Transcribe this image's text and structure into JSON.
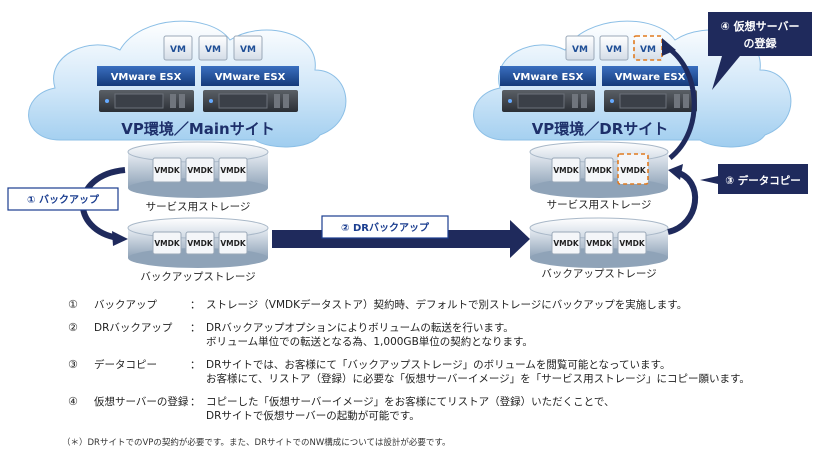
{
  "left_site": {
    "title": "VP環境／Mainサイト",
    "vms": [
      "VM",
      "VM",
      "VM"
    ],
    "esx": [
      "VMware ESX",
      "VMware ESX"
    ],
    "service_storage_label": "サービス用ストレージ",
    "backup_storage_label": "バックアップストレージ",
    "service_vmdk": [
      "VMDK",
      "VMDK",
      "VMDK"
    ],
    "backup_vmdk": [
      "VMDK",
      "VMDK",
      "VMDK"
    ]
  },
  "right_site": {
    "title": "VP環境／DRサイト",
    "vms": [
      "VM",
      "VM",
      "VM"
    ],
    "esx": [
      "VMware ESX",
      "VMware ESX"
    ],
    "service_storage_label": "サービス用ストレージ",
    "backup_storage_label": "バックアップストレージ",
    "service_vmdk": [
      "VMDK",
      "VMDK",
      "VMDK"
    ],
    "backup_vmdk": [
      "VMDK",
      "VMDK",
      "VMDK"
    ]
  },
  "callouts": {
    "backup": "① バックアップ",
    "dr_backup": "② DRバックアップ",
    "data_copy": "③ データコピー",
    "register_line1": "④ 仮想サーバー",
    "register_line2": "の登録"
  },
  "notes": [
    {
      "num": "①",
      "term": "バックアップ",
      "colon": "：",
      "lines": [
        "ストレージ（VMDKデータストア）契約時、デフォルトで別ストレージにバックアップを実施します。"
      ]
    },
    {
      "num": "②",
      "term": "DRバックアップ",
      "colon": "：",
      "lines": [
        "DRバックアップオプションによりボリュームの転送を行います。",
        "ボリューム単位での転送となる為、1,000GB単位の契約となります。"
      ]
    },
    {
      "num": "③",
      "term": "データコピー",
      "colon": "：",
      "lines": [
        "DRサイトでは、お客様にて「バックアップストレージ」のボリュームを閲覧可能となっています。",
        "お客様にて、リストア（登録）に必要な「仮想サーバーイメージ」を「サービス用ストレージ」にコピー願います。"
      ]
    },
    {
      "num": "④",
      "term": "仮想サーバーの登録",
      "colon": "：",
      "lines": [
        "コピーした「仮想サーバーイメージ」をお客様にてリストア（登録）いただくことで、",
        "DRサイトで仮想サーバーの起動が可能です。"
      ]
    }
  ],
  "footnote": "（＊）DRサイトでのVPの契約が必要です。また、DRサイトでのNW構成については設計が必要です。",
  "colors": {
    "navy": "#1f2a5c",
    "cloud": "#b7d9f3",
    "esx": "#1f4e96",
    "orange": "#e07a1f",
    "callout_blue": "#1a3d8f"
  }
}
